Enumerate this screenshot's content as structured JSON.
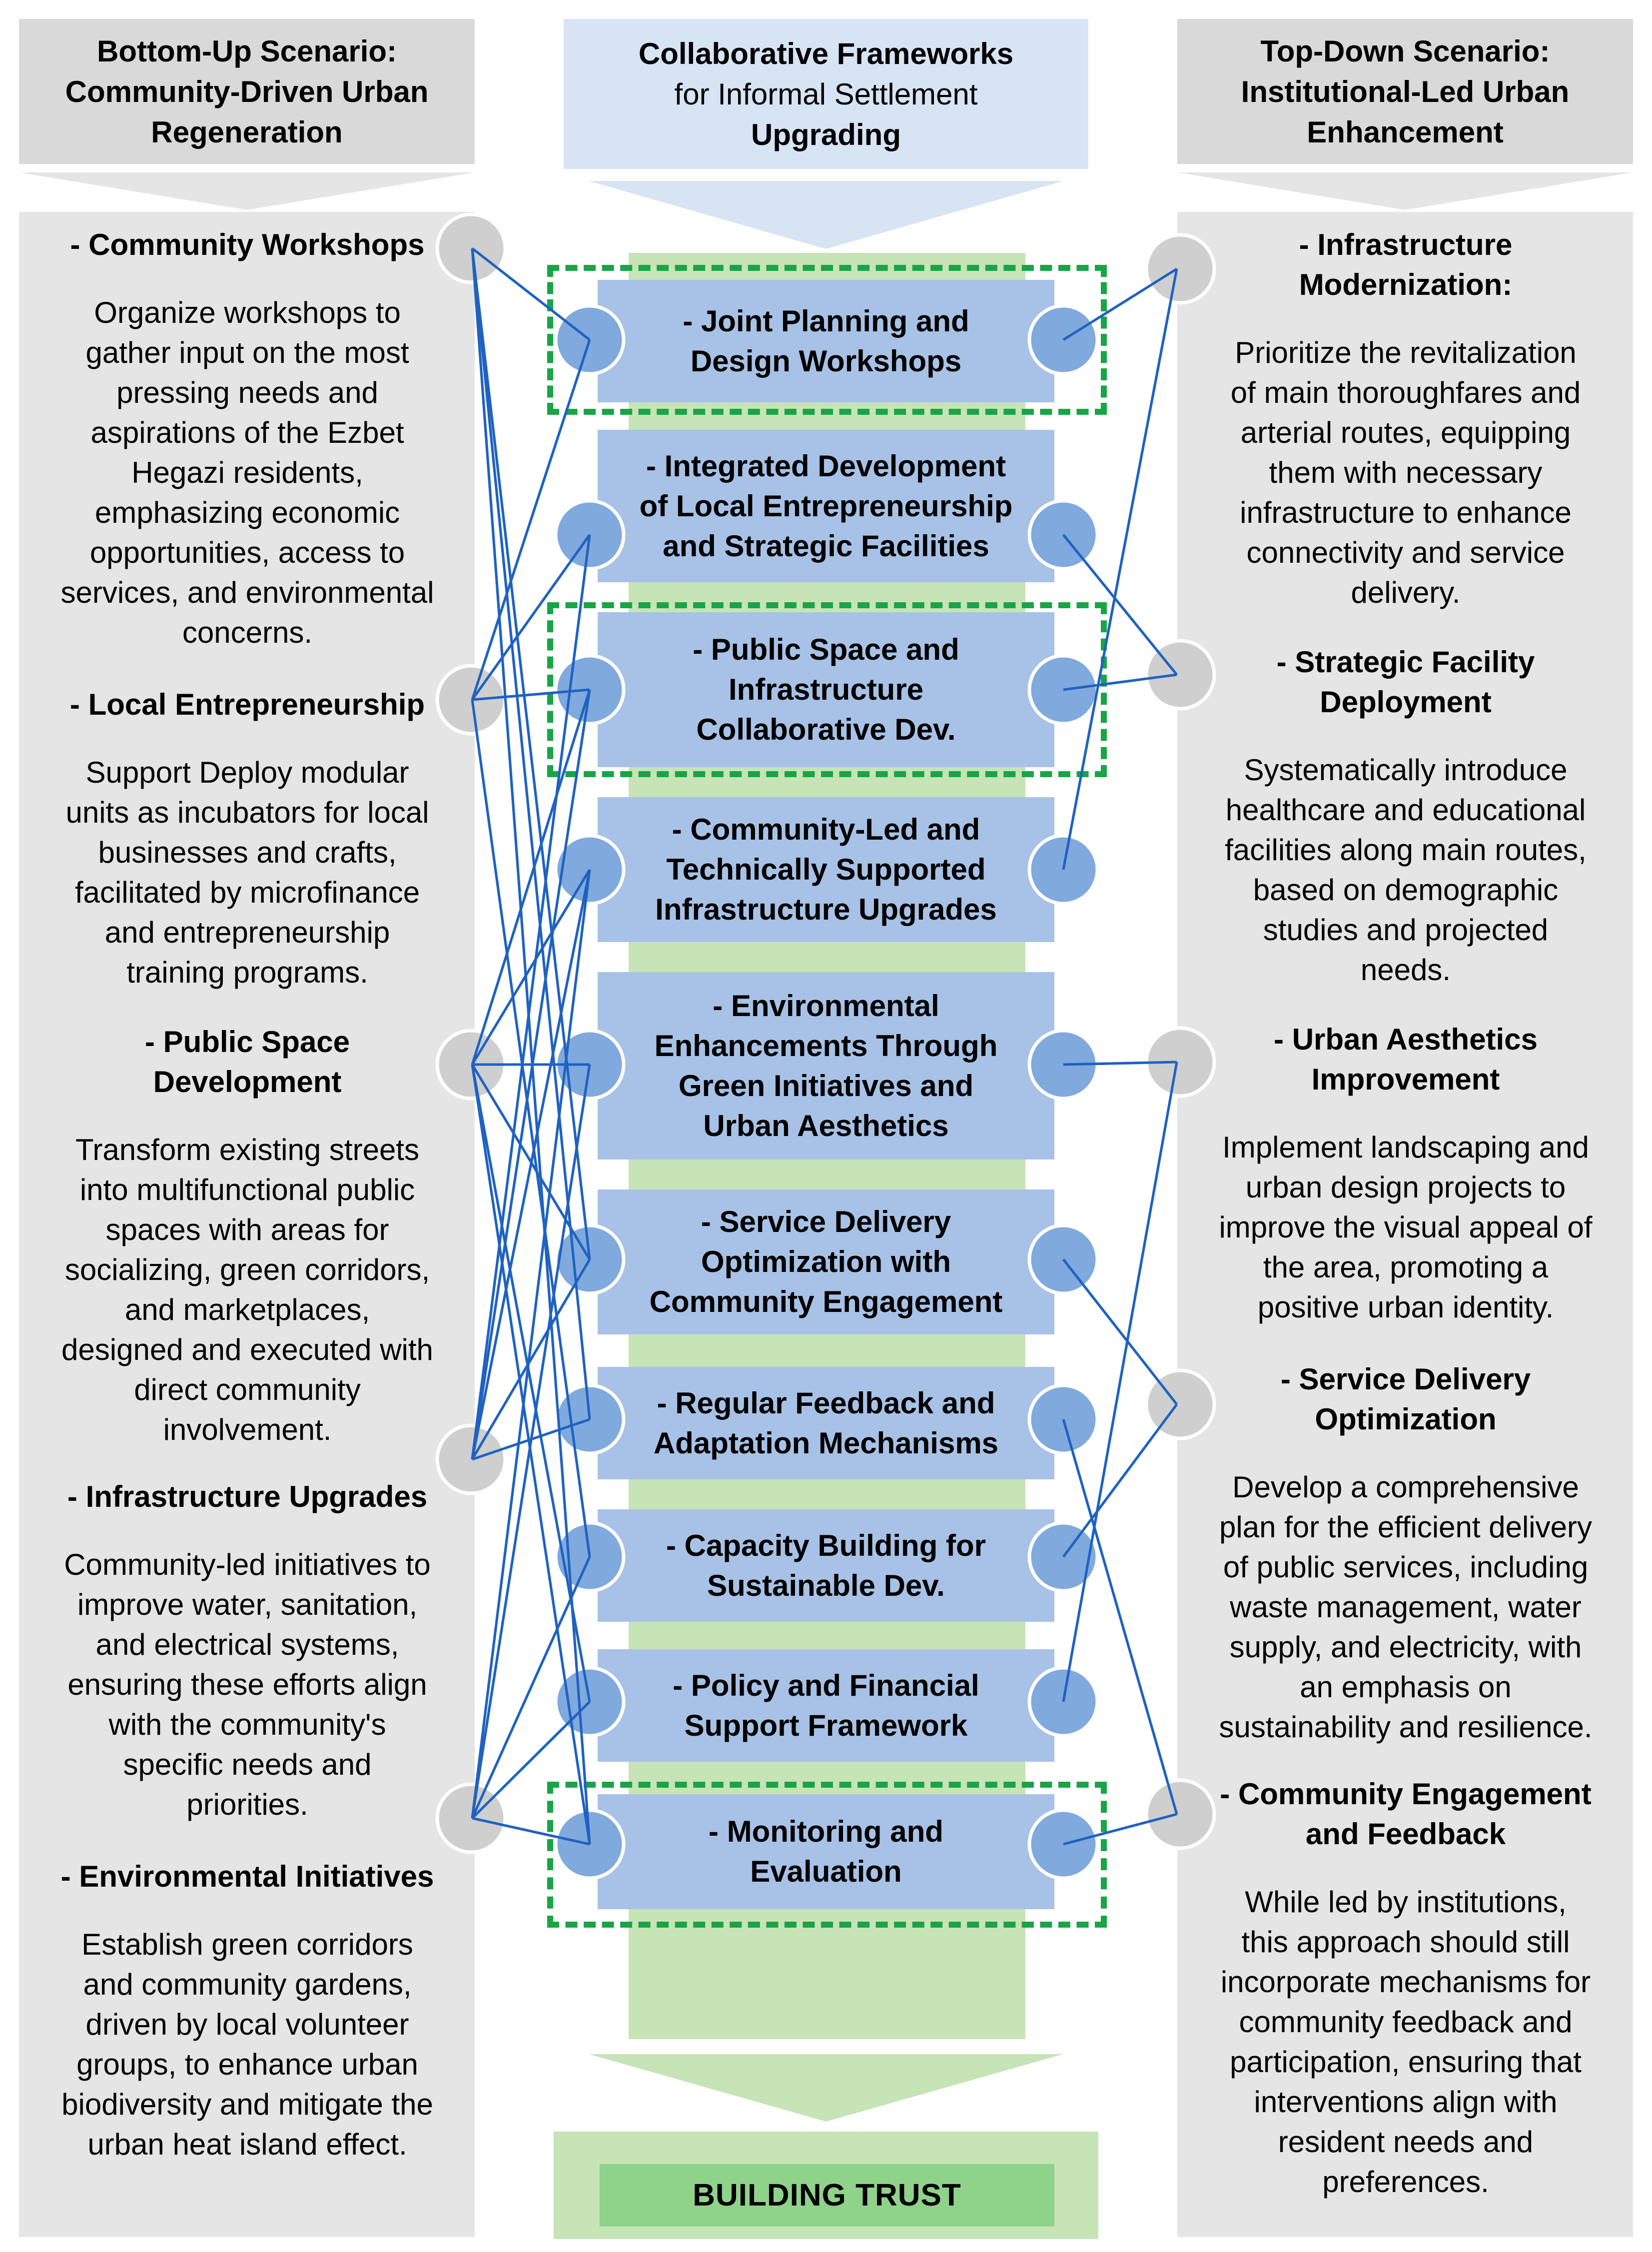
{
  "headers": {
    "left": [
      "Bottom-Up Scenario:",
      "Community-Driven Urban",
      "Regeneration"
    ],
    "center": {
      "line1": "Collaborative Frameworks",
      "line2": "for Informal Settlement",
      "line3": "Upgrading"
    },
    "right": [
      "Top-Down Scenario:",
      "Institutional-Led Urban",
      "Enhancement"
    ]
  },
  "left_items": [
    {
      "title": [
        "- Community Workshops"
      ],
      "desc": [
        "Organize workshops to",
        "gather input on the most",
        "pressing needs and",
        "aspirations of the Ezbet",
        "Hegazi residents,",
        "emphasizing economic",
        "opportunities, access to",
        "services, and environmental",
        "concerns."
      ]
    },
    {
      "title": [
        "- Local Entrepreneurship"
      ],
      "desc": [
        "Support Deploy modular",
        "units as incubators for local",
        "businesses and crafts,",
        "facilitated by microfinance",
        "and entrepreneurship",
        "training programs."
      ]
    },
    {
      "title": [
        "- Public Space",
        "Development"
      ],
      "desc": [
        "Transform existing streets",
        "into multifunctional public",
        "spaces with areas for",
        "socializing, green corridors,",
        "and marketplaces,",
        "designed and executed with",
        "direct community",
        "involvement."
      ]
    },
    {
      "title": [
        "- Infrastructure Upgrades"
      ],
      "desc": [
        "Community-led initiatives to",
        "improve water, sanitation,",
        "and electrical systems,",
        "ensuring these efforts align",
        "with the community's",
        "specific needs and",
        "priorities."
      ]
    },
    {
      "title": [
        "- Environmental Initiatives"
      ],
      "desc": [
        "Establish green corridors",
        "and community gardens,",
        "driven by local volunteer",
        "groups, to enhance urban",
        "biodiversity and mitigate the",
        "urban heat island effect."
      ]
    }
  ],
  "right_items": [
    {
      "title": [
        "- Infrastructure",
        "Modernization:"
      ],
      "desc": [
        "Prioritize the revitalization",
        "of main thoroughfares and",
        "arterial routes, equipping",
        "them with necessary",
        "infrastructure to enhance",
        "connectivity and service",
        "delivery."
      ]
    },
    {
      "title": [
        "- Strategic Facility",
        "Deployment"
      ],
      "desc": [
        "Systematically introduce",
        "healthcare and educational",
        "facilities along main routes,",
        "based on demographic",
        "studies and projected",
        "needs."
      ]
    },
    {
      "title": [
        "- Urban Aesthetics",
        "Improvement"
      ],
      "desc": [
        "Implement landscaping and",
        "urban design projects to",
        "improve the visual appeal of",
        "the area, promoting a",
        "positive urban identity."
      ]
    },
    {
      "title": [
        "- Service Delivery",
        "Optimization"
      ],
      "desc": [
        "Develop a comprehensive",
        "plan for the efficient delivery",
        "of public services, including",
        "waste management, water",
        "supply, and electricity, with",
        "an emphasis on",
        "sustainability and resilience."
      ]
    },
    {
      "title": [
        "- Community Engagement",
        "and Feedback"
      ],
      "desc": [
        "While led by institutions,",
        "this approach should still",
        "incorporate mechanisms for",
        "community feedback and",
        "participation, ensuring that",
        "interventions align with",
        "resident needs and",
        "preferences."
      ]
    }
  ],
  "center_boxes": [
    [
      "- Joint Planning and",
      "Design Workshops"
    ],
    [
      "- Integrated Development",
      "of Local Entrepreneurship",
      "and Strategic Facilities"
    ],
    [
      "- Public Space and",
      "Infrastructure",
      "Collaborative Dev."
    ],
    [
      "- Community-Led and",
      "Technically Supported",
      "Infrastructure Upgrades"
    ],
    [
      "- Environmental",
      "Enhancements Through",
      "Green Initiatives and",
      "Urban Aesthetics"
    ],
    [
      "- Service Delivery",
      "Optimization with",
      "Community Engagement"
    ],
    [
      "- Regular Feedback and",
      "Adaptation Mechanisms"
    ],
    [
      "- Capacity Building for",
      "Sustainable Dev."
    ],
    [
      "- Policy and Financial",
      "Support Framework"
    ],
    [
      "- Monitoring and",
      "Evaluation"
    ]
  ],
  "highlighted_boxes": [
    0,
    2,
    9
  ],
  "footer": "BUILDING TRUST",
  "connections": {
    "left": [
      [
        0,
        0
      ],
      [
        0,
        5
      ],
      [
        0,
        6
      ],
      [
        0,
        9
      ],
      [
        1,
        0
      ],
      [
        1,
        1
      ],
      [
        1,
        2
      ],
      [
        1,
        7
      ],
      [
        2,
        2
      ],
      [
        2,
        3
      ],
      [
        2,
        4
      ],
      [
        2,
        5
      ],
      [
        2,
        8
      ],
      [
        2,
        9
      ],
      [
        3,
        1
      ],
      [
        3,
        2
      ],
      [
        3,
        3
      ],
      [
        3,
        5
      ],
      [
        3,
        6
      ],
      [
        4,
        3
      ],
      [
        4,
        4
      ],
      [
        4,
        7
      ],
      [
        4,
        8
      ],
      [
        4,
        9
      ]
    ],
    "right": [
      [
        0,
        0
      ],
      [
        0,
        3
      ],
      [
        1,
        1
      ],
      [
        1,
        2
      ],
      [
        2,
        4
      ],
      [
        2,
        8
      ],
      [
        3,
        5
      ],
      [
        3,
        7
      ],
      [
        4,
        6
      ],
      [
        4,
        9
      ]
    ]
  },
  "colors": {
    "header_gray": "#d9d9d9",
    "panel_gray": "#e5e5e5",
    "header_blue": "#d6e4f4",
    "box_blue": "#a7c2e6",
    "node_blue": "#80a9dd",
    "node_gray": "#cfcfcf",
    "spine_green": "#c6e4b6",
    "footer_green_light": "#c6e4b6",
    "footer_green": "#8fd28a",
    "dash_green": "#19a446",
    "line_blue": "#1f62c1"
  }
}
